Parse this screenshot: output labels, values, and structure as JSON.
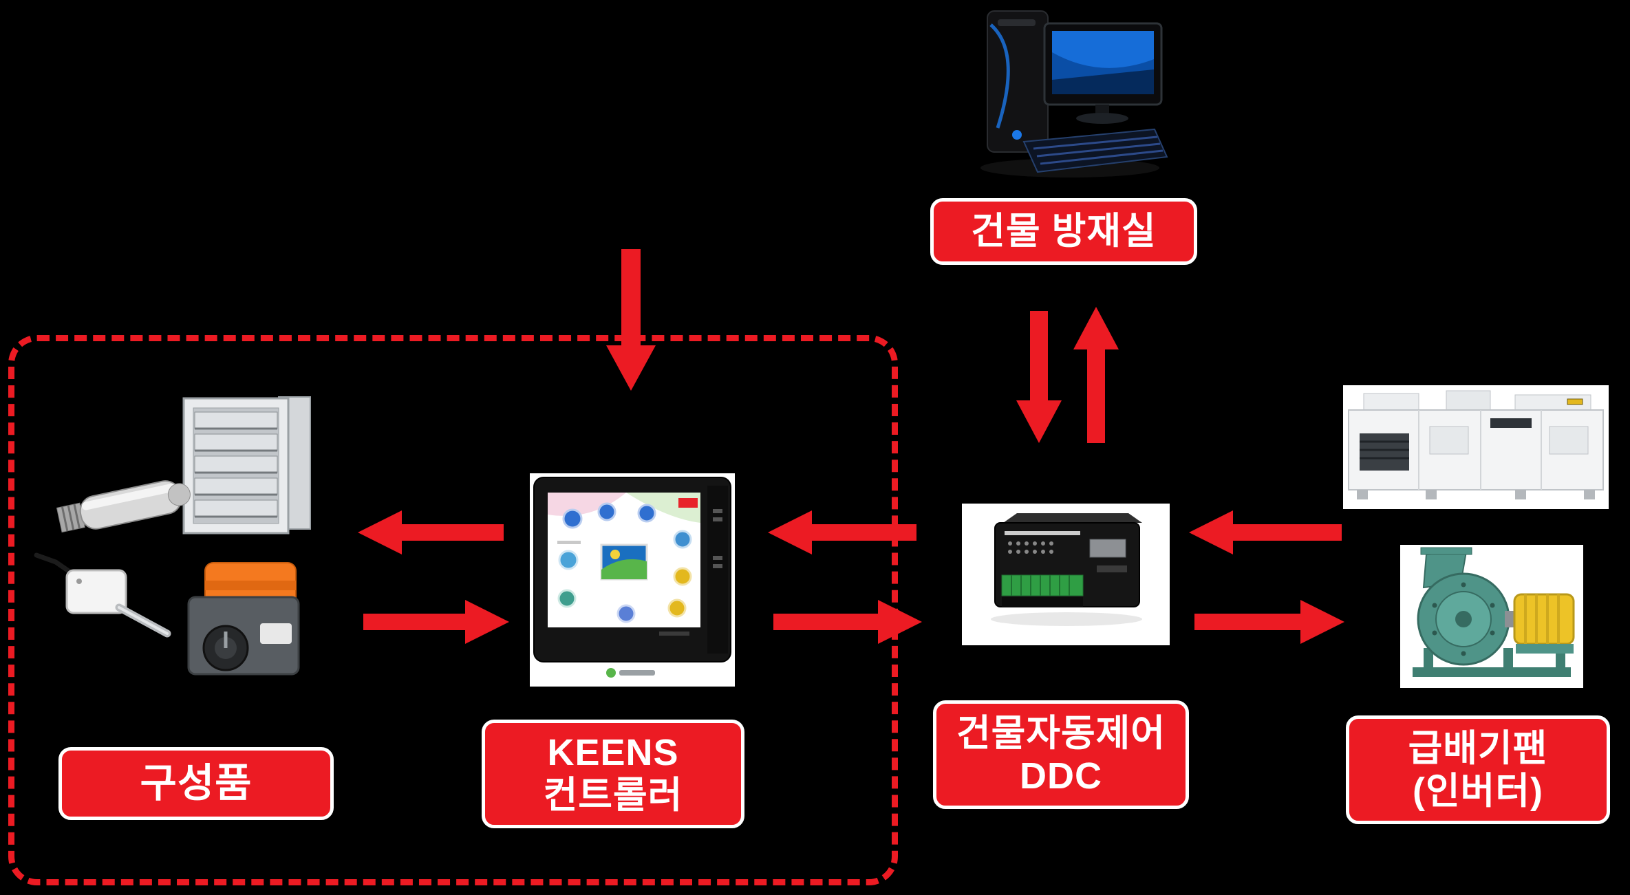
{
  "meta": {
    "background_color": "#000000",
    "accent_color": "#EC1B23",
    "label_text_color": "#FFFFFF",
    "label_border_color": "#FFFFFF"
  },
  "labels": {
    "control_room": "건물 방재실",
    "components": "구성품",
    "keens_line1": "KEENS",
    "keens_line2": "컨트롤러",
    "ddc_line1": "건물자동제어",
    "ddc_line2": "DDC",
    "fan_line1": "급배기팬",
    "fan_line2": "(인버터)"
  },
  "illustrations": {
    "control_room_pc": "desktop-computer-with-monitor-and-keyboard",
    "louver_damper": "ventilation-louver-damper",
    "duct_sensor": "cylindrical-duct-sensor",
    "temperature_sensor": "temperature-sensor-with-cable",
    "actuator": "damper-actuator-orange-gray",
    "keens_controller": "touchscreen-hmi-controller",
    "ddc_controller": "ddc-control-module-with-terminals",
    "ahu": "air-handling-unit",
    "inverter_fan": "centrifugal-fan-with-yellow-motor"
  },
  "connections": [
    {
      "from": "control-room-area",
      "to": "keens-zone",
      "direction": "down"
    },
    {
      "from": "control-room",
      "to": "ddc",
      "direction": "down"
    },
    {
      "from": "ddc",
      "to": "control-room",
      "direction": "up"
    },
    {
      "from": "keens-controller",
      "to": "components",
      "direction": "left"
    },
    {
      "from": "components",
      "to": "keens-controller",
      "direction": "right"
    },
    {
      "from": "ddc",
      "to": "keens-controller",
      "direction": "left"
    },
    {
      "from": "keens-controller",
      "to": "ddc",
      "direction": "right"
    },
    {
      "from": "ahu",
      "to": "ddc",
      "direction": "left"
    },
    {
      "from": "ddc",
      "to": "inverter-fan",
      "direction": "right"
    }
  ]
}
